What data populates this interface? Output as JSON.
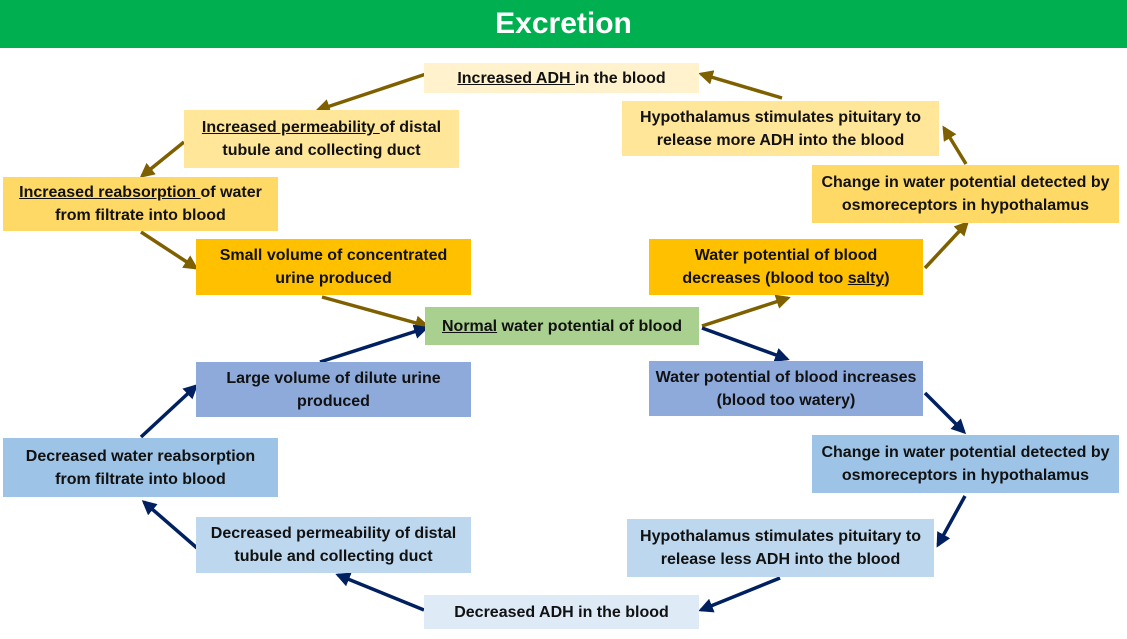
{
  "title": "Excretion",
  "colors": {
    "header_bg": "#00b050",
    "normal": "#a9d08e",
    "yellow_light": "#ffe699",
    "yellow_mid": "#ffd966",
    "yellow_dark": "#ffc000",
    "blue_dark": "#8eaadb",
    "blue_mid": "#9dc3e6",
    "blue_light": "#bdd7ee",
    "blue_pale": "#deebf7",
    "arrow_brown": "#7f6000",
    "arrow_navy": "#002060"
  },
  "boxes": {
    "normal": {
      "parts": [
        {
          "text": "Normal",
          "u": true
        },
        {
          "text": " water potential of blood",
          "u": false
        }
      ]
    },
    "wp_decreases": {
      "parts": [
        {
          "text": "Water potential of blood decreases (blood too ",
          "u": false
        },
        {
          "text": "salty",
          "u": true
        },
        {
          "text": ")",
          "u": false
        }
      ]
    },
    "change_top": {
      "parts": [
        {
          "text": "Change in water potential detected by osmoreceptors in hypothalamus",
          "u": false
        }
      ]
    },
    "hypo_more": {
      "parts": [
        {
          "text": "Hypothalamus stimulates pituitary to release more ADH into the blood",
          "u": false
        }
      ]
    },
    "adh_up": {
      "parts": [
        {
          "text": "Increased ADH ",
          "u": true
        },
        {
          "text": "in the blood",
          "u": false
        }
      ]
    },
    "perm_up": {
      "parts": [
        {
          "text": "Increased permeability ",
          "u": true
        },
        {
          "text": "of distal tubule and collecting duct",
          "u": false
        }
      ]
    },
    "reabs_up": {
      "parts": [
        {
          "text": "Increased reabsorption ",
          "u": true
        },
        {
          "text": "of water from filtrate into blood",
          "u": false
        }
      ]
    },
    "small_urine": {
      "parts": [
        {
          "text": "Small volume of concentrated urine produced",
          "u": false
        }
      ]
    },
    "wp_increases": {
      "parts": [
        {
          "text": "Water potential of blood increases (blood too watery)",
          "u": false
        }
      ]
    },
    "change_bottom": {
      "parts": [
        {
          "text": "Change in water potential detected by osmoreceptors in hypothalamus",
          "u": false
        }
      ]
    },
    "hypo_less": {
      "parts": [
        {
          "text": "Hypothalamus stimulates pituitary to release less ADH into the blood",
          "u": false
        }
      ]
    },
    "adh_down": {
      "parts": [
        {
          "text": "Decreased ADH in the blood",
          "u": false
        }
      ]
    },
    "perm_down": {
      "parts": [
        {
          "text": "Decreased permeability of distal tubule and collecting duct",
          "u": false
        }
      ]
    },
    "reabs_down": {
      "parts": [
        {
          "text": "Decreased water reabsorption from filtrate into blood",
          "u": false
        }
      ]
    },
    "large_urine": {
      "parts": [
        {
          "text": "Large volume of dilute urine produced",
          "u": false
        }
      ]
    }
  }
}
